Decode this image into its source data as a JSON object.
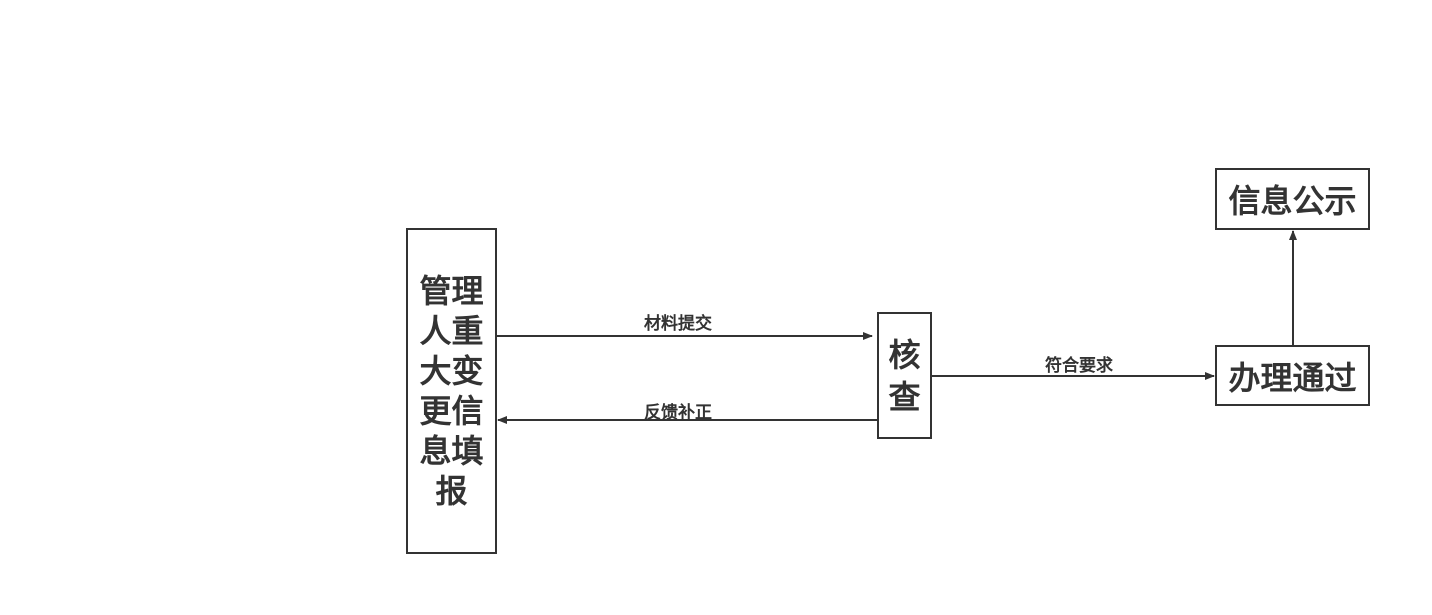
{
  "nodes": {
    "filing": "管理人重大变更信息填报",
    "review": "核查",
    "approved": "办理通过",
    "publish": "信息公示"
  },
  "edges": {
    "submit": "材料提交",
    "feedback": "反馈补正",
    "compliant": "符合要求"
  },
  "colors": {
    "stroke": "#333333",
    "background": "#ffffff"
  }
}
